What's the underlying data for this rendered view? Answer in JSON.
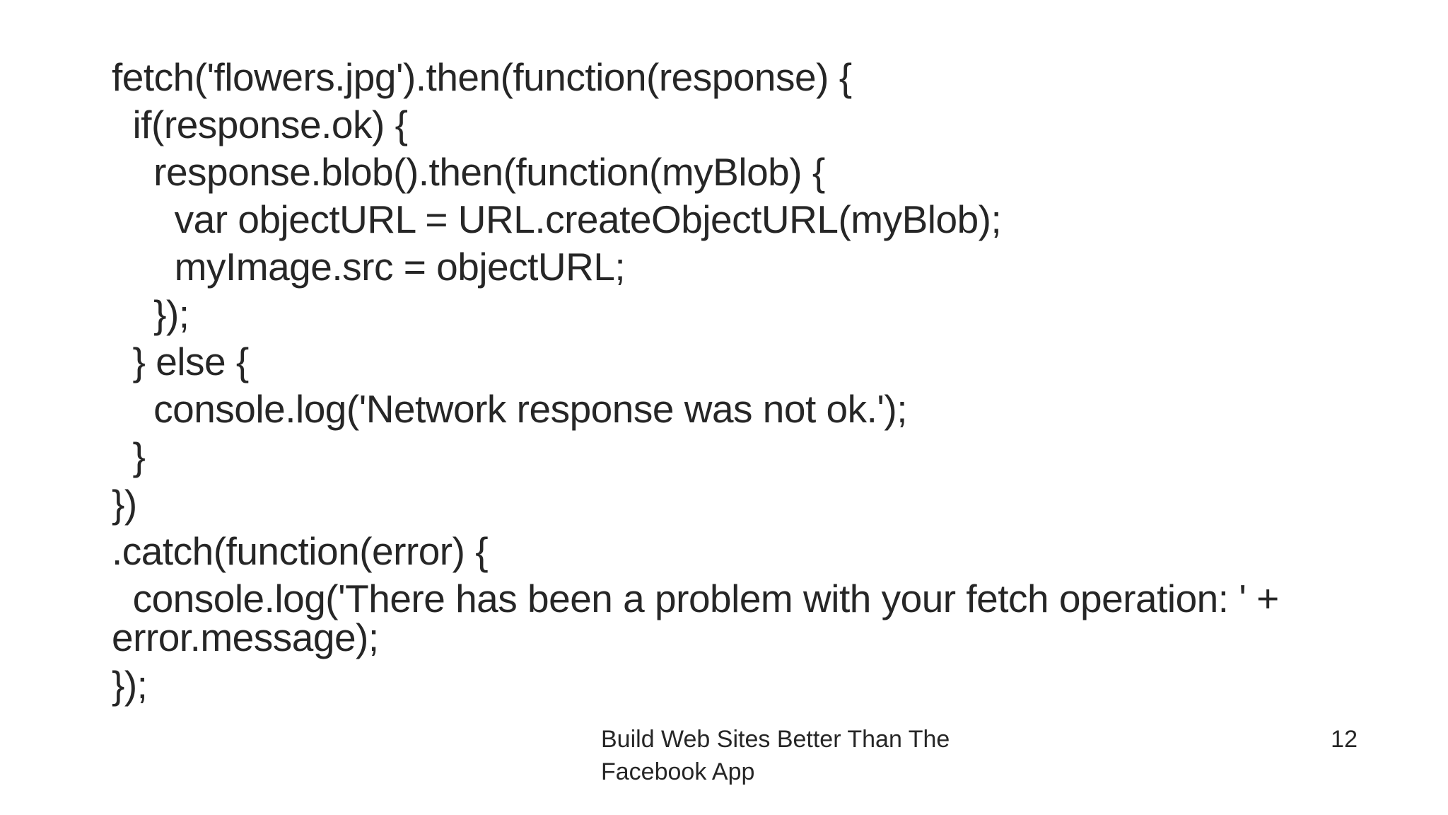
{
  "code_lines": [
    "fetch('flowers.jpg').then(function(response) {",
    "  if(response.ok) {",
    "    response.blob().then(function(myBlob) {",
    "      var objectURL = URL.createObjectURL(myBlob);",
    "      myImage.src = objectURL;",
    "    });",
    "  } else {",
    "    console.log('Network response was not ok.');",
    "  }",
    "})",
    ".catch(function(error) {",
    "  console.log('There has been a problem with your fetch operation: ' + error.message);",
    "});"
  ],
  "footer": {
    "text": "Build Web Sites Better Than The Facebook App",
    "page_number": "12"
  }
}
